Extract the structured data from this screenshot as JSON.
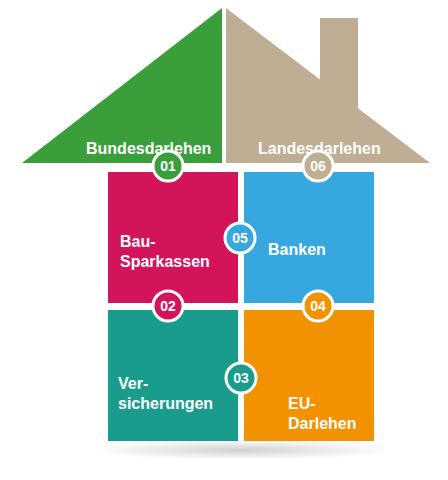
{
  "diagram": {
    "nodes": [
      {
        "text": [
          "Bundesdarlehen",
          "01"
        ]
      },
      {
        "text": [
          "Landesdarlehen",
          "06"
        ]
      },
      {
        "text": [
          "Bau- Sparkassen",
          "02"
        ]
      },
      {
        "text": [
          "Banken",
          "05"
        ]
      },
      {
        "text": [
          "Ver- sicherungen",
          "03"
        ]
      },
      {
        "text": [
          "EU- Darlehen",
          "04"
        ]
      }
    ]
  }
}
